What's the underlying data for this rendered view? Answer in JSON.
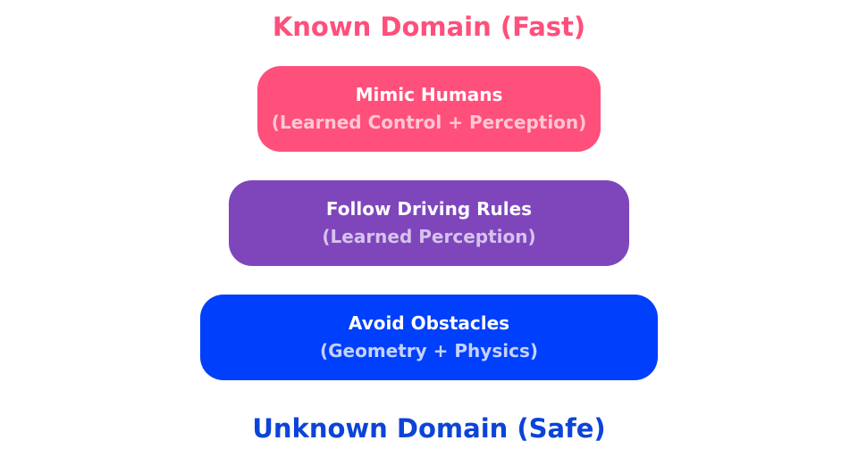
{
  "top_heading": {
    "text": "Known Domain (Fast)",
    "color": "#ff4f7b"
  },
  "bottom_heading": {
    "text": "Unknown Domain (Safe)",
    "color": "#0c44d8"
  },
  "tiers": [
    {
      "title": "Mimic Humans",
      "subtitle": "(Learned Control + Perception)",
      "fill": "#ff4f7b",
      "subtitle_color": "#ffc7d4"
    },
    {
      "title": "Follow Driving Rules",
      "subtitle": "(Learned Perception)",
      "fill": "#7f46bc",
      "subtitle_color": "#d6c3ec"
    },
    {
      "title": "Avoid Obstacles",
      "subtitle": "(Geometry + Physics)",
      "fill": "#003ffb",
      "subtitle_color": "#c4d2ff"
    }
  ]
}
